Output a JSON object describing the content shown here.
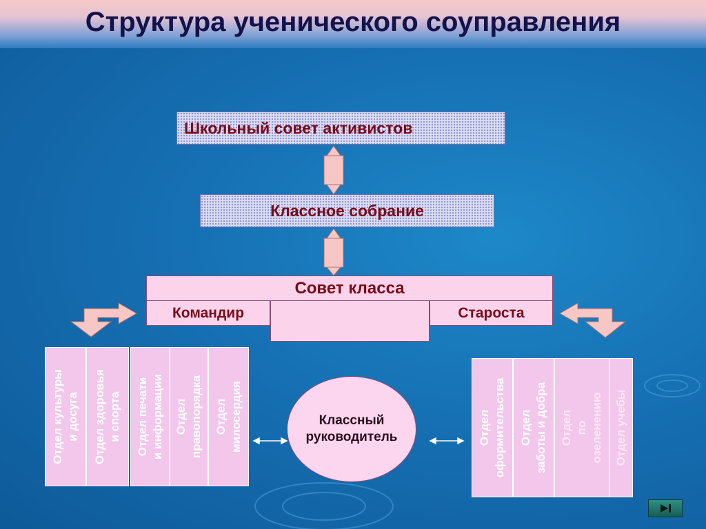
{
  "title": "Структура ученического соуправления",
  "diagram": {
    "school_council": "Школьный совет активистов",
    "class_meeting": "Классное собрание",
    "class_council": "Совет класса",
    "commander": "Командир",
    "headman": "Староста",
    "class_teacher_line1": "Классный",
    "class_teacher_line2": "руководитель",
    "left_departments": [
      {
        "line1": "Отдел культуры",
        "line2": "и досуга"
      },
      {
        "line1": "Отдел здоровья",
        "line2": "и спорта"
      },
      {
        "line1": "Отдел печати",
        "line2": "и информации"
      },
      {
        "line1": "Отдел",
        "line2": "правопорядка"
      },
      {
        "line1": "Отдел",
        "line2": "милосердия"
      }
    ],
    "right_departments": [
      {
        "line1": "Отдел",
        "line2": "оформительства"
      },
      {
        "line1": "Отдел",
        "line2": "заботы и добра"
      },
      {
        "line1": "Отдел",
        "line2": "по",
        "line3": "озеленению"
      },
      {
        "line1": "Отдел учебы"
      }
    ]
  },
  "colors": {
    "box_text": "#7a0a18",
    "title_text": "#14124a",
    "arrow_fill": "#f7c7c5",
    "column_fill": "#f3c6eb"
  },
  "nav": {
    "icon": "play-next-icon"
  }
}
